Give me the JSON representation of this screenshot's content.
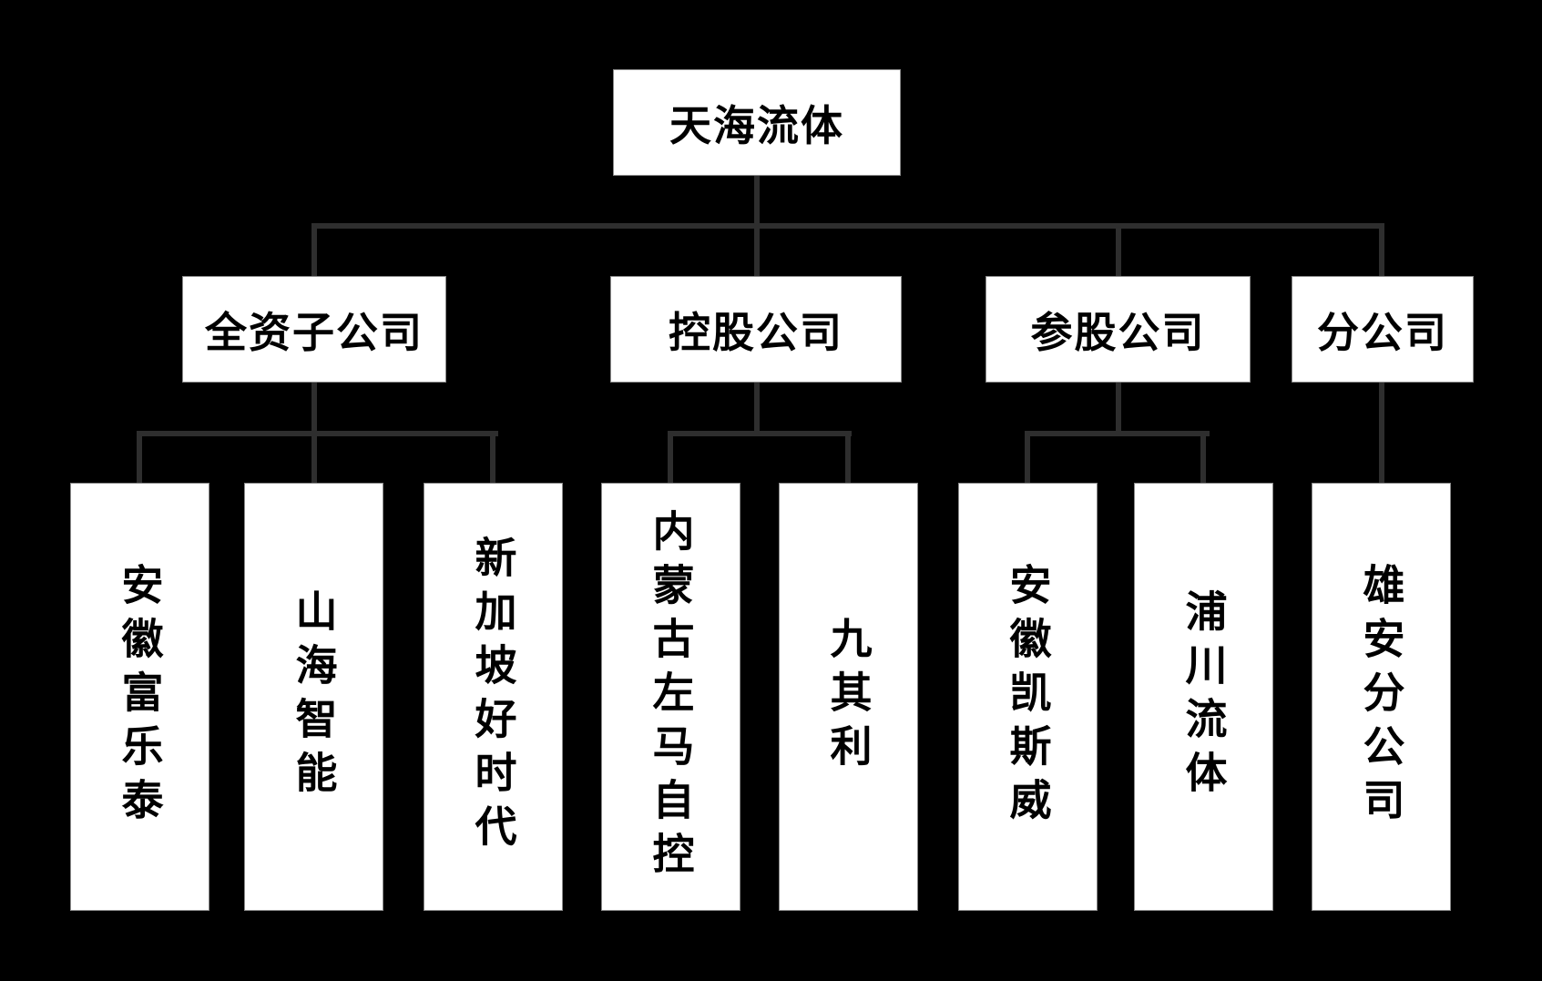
{
  "chart": {
    "type": "org-chart",
    "root": {
      "label": "天海流体"
    },
    "groups": [
      {
        "label": "全资子公司",
        "children": [
          "安徽富乐泰",
          "山海智能",
          "新加坡好时代"
        ]
      },
      {
        "label": "控股公司",
        "children": [
          "内蒙古左马自控",
          "九其利"
        ]
      },
      {
        "label": "参股公司",
        "children": [
          "安徽凯斯威",
          "浦川流体"
        ]
      },
      {
        "label": "分公司",
        "children": [
          "雄安分公司"
        ]
      }
    ],
    "colors": {
      "background": "#000000",
      "box_fill": "#ffffff",
      "box_text": "#000000",
      "box_border": "#8a8a8a",
      "connector": "#2e2e2e"
    }
  }
}
